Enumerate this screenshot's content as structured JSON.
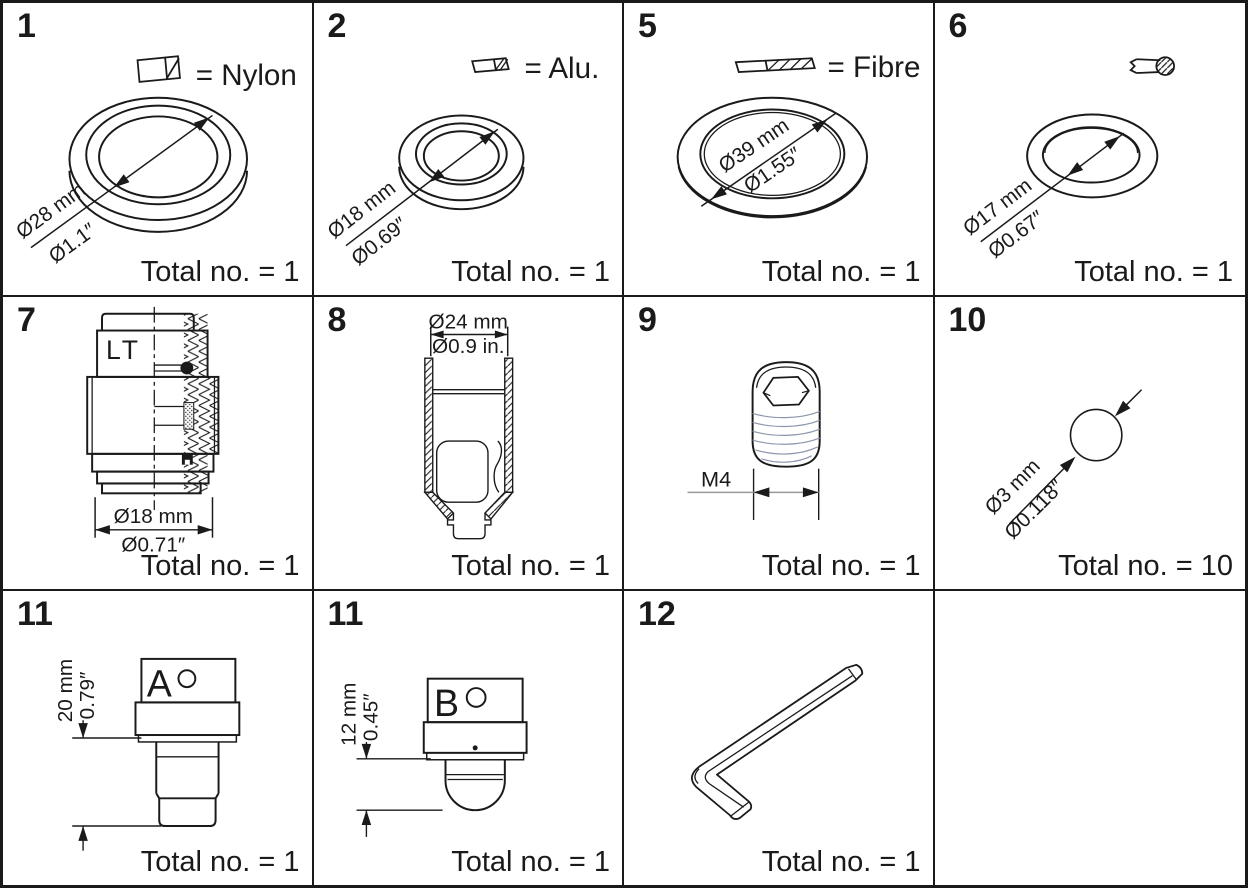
{
  "page": {
    "background": "#ffffff",
    "line_color": "#1a1a1a",
    "thread_line_color": "#8e96ad",
    "leader_gray": "#999999"
  },
  "cells": [
    {
      "number": "1",
      "legend": {
        "icon": "nylon-section-icon",
        "label": "= Nylon"
      },
      "dims": {
        "metric": "Ø28 mm",
        "imperial": "Ø1.1″"
      },
      "total": "Total no. = 1"
    },
    {
      "number": "2",
      "legend": {
        "icon": "alu-section-icon",
        "label": "= Alu."
      },
      "dims": {
        "metric": "Ø18 mm",
        "imperial": "Ø0.69″"
      },
      "total": "Total no. = 1"
    },
    {
      "number": "5",
      "legend": {
        "icon": "fibre-section-icon",
        "label": "= Fibre"
      },
      "dims": {
        "metric": "Ø39 mm",
        "imperial": "Ø1.55″"
      },
      "total": "Total no. = 1"
    },
    {
      "number": "6",
      "legend": {
        "icon": "oring-section-icon",
        "label": ""
      },
      "dims": {
        "metric": "Ø17 mm",
        "imperial": "Ø0.67″"
      },
      "total": "Total no. = 1"
    },
    {
      "number": "7",
      "marking": "LT",
      "dims": {
        "metric": "Ø18 mm",
        "imperial": "Ø0.71″"
      },
      "total": "Total no. = 1"
    },
    {
      "number": "8",
      "dims": {
        "metric": "Ø24 mm",
        "imperial": "Ø0.9 in."
      },
      "total": "Total no. = 1"
    },
    {
      "number": "9",
      "dims": {
        "metric": "M4",
        "imperial": ""
      },
      "total": "Total no. = 1"
    },
    {
      "number": "10",
      "dims": {
        "metric": "Ø3 mm",
        "imperial": "Ø0.118″"
      },
      "total": "Total no. = 10"
    },
    {
      "number": "11",
      "marking": "A",
      "dims": {
        "metric": "20 mm",
        "imperial": "0.79″"
      },
      "total": "Total no. = 1"
    },
    {
      "number": "11",
      "marking": "B",
      "dims": {
        "metric": "12 mm",
        "imperial": "0.45″"
      },
      "total": "Total no. = 1"
    },
    {
      "number": "12",
      "total": "Total no. = 1"
    },
    {
      "empty": true
    }
  ]
}
